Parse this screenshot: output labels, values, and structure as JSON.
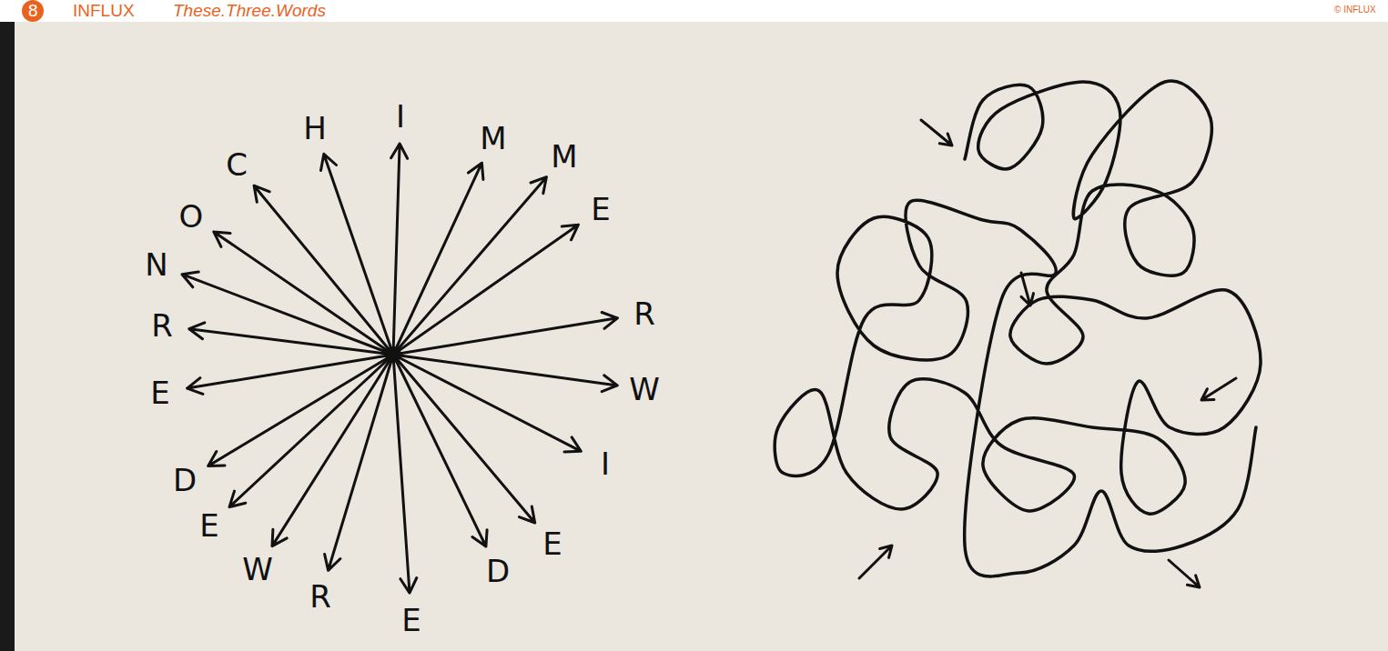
{
  "diagram": {
    "labels": [
      "8",
      "INFLUX",
      "These.Three.Words",
      "© INFLUX",
      "I",
      "M",
      "M",
      "E",
      "R",
      "W",
      "I",
      "E",
      "D",
      "E",
      "R",
      "W",
      "E",
      "D",
      "E",
      "R",
      "N",
      "O",
      "C",
      "H"
    ]
  }
}
